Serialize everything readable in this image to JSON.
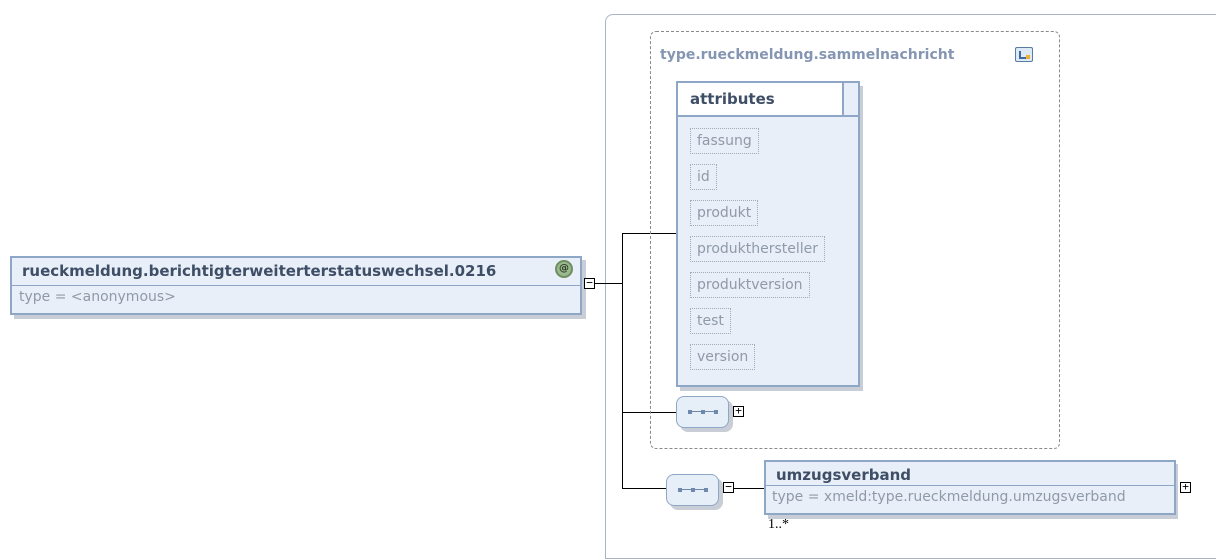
{
  "root_element": {
    "name": "rueckmeldung.berichtigterweiterterstatuswechsel.0216",
    "type_label": "type = <anonymous>",
    "annotation_icon": "annotation-icon"
  },
  "complex_type": {
    "name": "type.rueckmeldung.sammelnachricht",
    "icon": "complex-type-icon"
  },
  "attributes": {
    "title": "attributes",
    "items": [
      "fassung",
      "id",
      "produkt",
      "produkthersteller",
      "produktversion",
      "test",
      "version"
    ]
  },
  "toggles": {
    "collapse": "−",
    "expand": "+"
  },
  "child_element": {
    "name": "umzugsverband",
    "type_label": "type = xmeld:type.rueckmeldung.umzugsverband",
    "occurrence": "1..*"
  },
  "colors": {
    "box_border": "#8fa7c7",
    "box_fill": "#e9eff8",
    "title_text": "#3e4e66",
    "muted_text": "#8f9aa8"
  }
}
